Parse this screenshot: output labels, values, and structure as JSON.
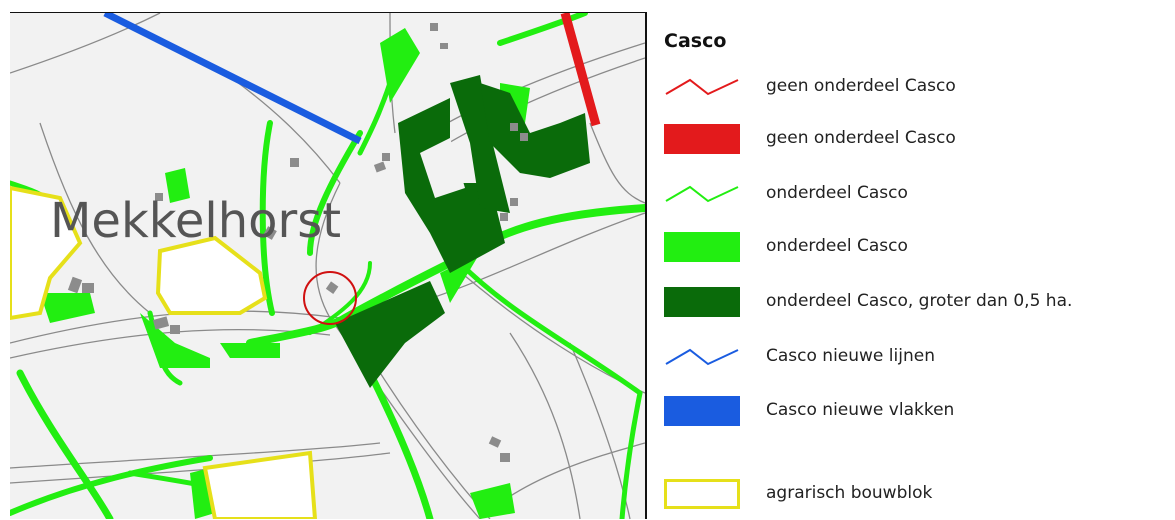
{
  "map": {
    "place_name": "Mekkelhorst"
  },
  "legend": {
    "title": "Casco",
    "items": [
      {
        "label": "geen onderdeel Casco",
        "symbol": "line-icon",
        "color": "#e31a1c"
      },
      {
        "label": "geen onderdeel Casco",
        "symbol": "area-icon",
        "color": "#e31a1c"
      },
      {
        "label": "onderdeel Casco",
        "symbol": "line-icon",
        "color": "#22ee11"
      },
      {
        "label": "onderdeel Casco",
        "symbol": "area-icon",
        "color": "#22ee11"
      },
      {
        "label": "onderdeel Casco, groter dan 0,5 ha.",
        "symbol": "area-icon",
        "color": "#0a6b0a"
      },
      {
        "label": "Casco nieuwe lijnen",
        "symbol": "line-icon",
        "color": "#1a5ce0"
      },
      {
        "label": "Casco nieuwe vlakken",
        "symbol": "area-icon",
        "color": "#1a5ce0"
      },
      {
        "label": "agrarisch bouwblok",
        "symbol": "outline-icon",
        "color": "#e6e01a"
      }
    ]
  },
  "colors": {
    "background": "#f2f2f2",
    "road": "#999999",
    "building": "#8c8c8c",
    "highlight_circle": "#d01010"
  }
}
